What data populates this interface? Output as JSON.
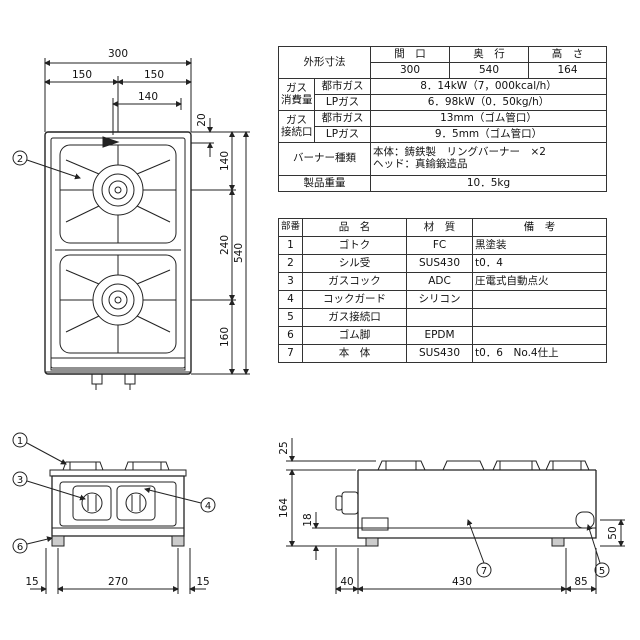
{
  "top_view": {
    "dim_total_width": "300",
    "dim_left_half": "150",
    "dim_right_half": "150",
    "dim_offset": "140",
    "dim_20": "20",
    "dim_140": "140",
    "dim_240": "240",
    "dim_160": "160",
    "dim_540": "540",
    "callout_2": "2"
  },
  "front_view": {
    "callout_1": "1",
    "callout_3": "3",
    "callout_4": "4",
    "callout_6": "6",
    "dim_left": "15",
    "dim_center": "270",
    "dim_right": "15"
  },
  "side_view": {
    "dim_25": "25",
    "dim_164": "164",
    "dim_18": "18",
    "dim_50": "50",
    "dim_40": "40",
    "dim_430": "430",
    "dim_85": "85",
    "callout_5": "5",
    "callout_7": "7"
  },
  "spec_table": {
    "outer_dims": "外形寸法",
    "col_width": "間　口",
    "col_depth": "奥　行",
    "col_height": "高　さ",
    "val_width": "300",
    "val_depth": "540",
    "val_height": "164",
    "gas_consumption": "ガス\n消費量",
    "gas_consumption_1": "ガス",
    "gas_consumption_2": "消費量",
    "city_gas": "都市ガス",
    "city_gas_value": "8．14kW（7，000kcal/h）",
    "lp_gas": "LPガス",
    "lp_gas_value": "6．98kW（0．50kg/h）",
    "gas_connection_1": "ガス",
    "gas_connection_2": "接続口",
    "city_gas_2": "都市ガス",
    "city_gas_conn": "13mm（ゴム管口）",
    "lp_gas_2": "LPガス",
    "lp_gas_conn": "9．5mm（ゴム管口）",
    "burner_type": "バーナー種類",
    "burner_line1": "本体：鋳鉄製　リングバーナー　×2",
    "burner_line2": "ヘッド：真鍮鍛造品",
    "weight": "製品重量",
    "weight_value": "10．5kg"
  },
  "parts_table": {
    "headers": [
      "部番",
      "品　名",
      "材　質",
      "備　考"
    ],
    "rows": [
      [
        "1",
        "ゴトク",
        "FC",
        "黒塗装"
      ],
      [
        "2",
        "シル受",
        "SUS430",
        "t0．4"
      ],
      [
        "3",
        "ガスコック",
        "ADC",
        "圧電式自動点火"
      ],
      [
        "4",
        "コックガード",
        "シリコン",
        ""
      ],
      [
        "5",
        "ガス接続口",
        "",
        ""
      ],
      [
        "6",
        "ゴム脚",
        "EPDM",
        ""
      ],
      [
        "7",
        "本　体",
        "SUS430",
        "t0．6　No.4仕上"
      ]
    ]
  }
}
